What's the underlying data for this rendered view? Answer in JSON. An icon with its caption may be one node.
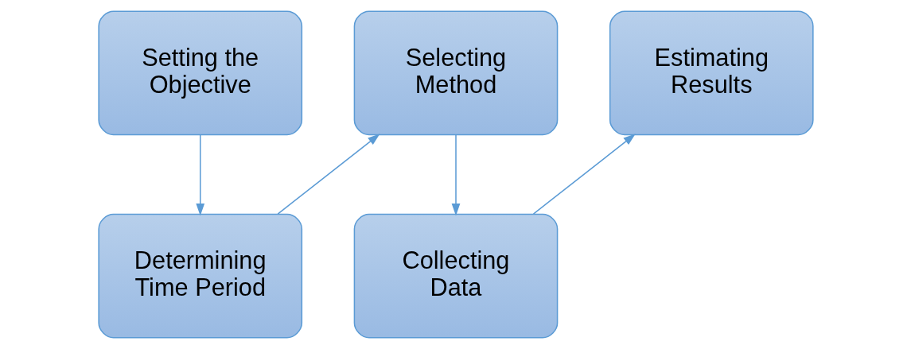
{
  "diagram": {
    "nodes": [
      {
        "text": [
          "Setting the Objective"
        ]
      },
      {
        "text": [
          "Determining Time Period"
        ]
      },
      {
        "text": [
          "Selecting Method"
        ]
      },
      {
        "text": [
          "Collecting Data"
        ]
      },
      {
        "text": [
          "Estimating Results"
        ]
      }
    ],
    "edges": [
      {
        "from": 0,
        "to": 1,
        "arrow": "to"
      },
      {
        "from": 1,
        "to": 2,
        "arrow": "to"
      },
      {
        "from": 2,
        "to": 3,
        "arrow": "to"
      },
      {
        "from": 3,
        "to": 4,
        "arrow": "to"
      }
    ]
  }
}
